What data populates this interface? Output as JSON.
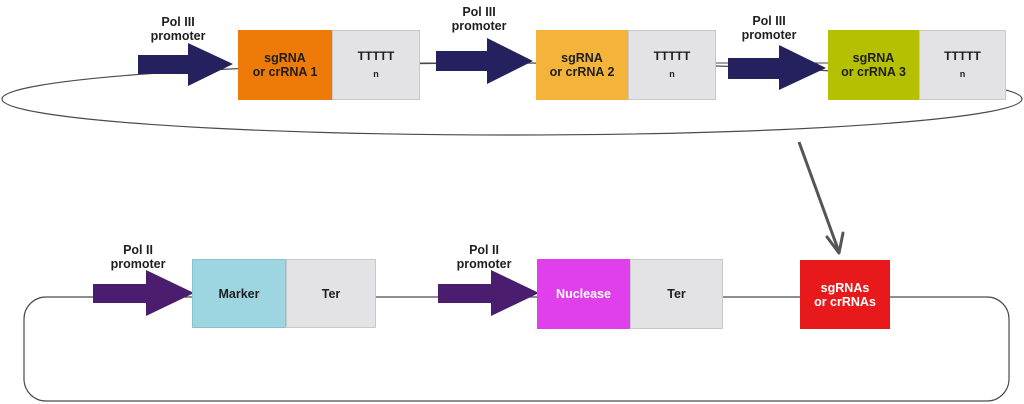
{
  "top_row": {
    "cassettes": [
      {
        "promoter": "Pol III\npromoter",
        "guide": "sgRNA\nor crRNA 1",
        "terminator": "TTTTT",
        "terminator_subscript": "n",
        "guide_color": "#ee7a07"
      },
      {
        "promoter": "Pol III\npromoter",
        "guide": "sgRNA\nor crRNA 2",
        "terminator": "TTTTT",
        "terminator_subscript": "n",
        "guide_color": "#f4b43a"
      },
      {
        "promoter": "Pol III\npromoter",
        "guide": "sgRNA\nor crRNA 3",
        "terminator": "TTTTT",
        "terminator_subscript": "n",
        "guide_color": "#b5c000"
      }
    ],
    "arrow_color": "#25215e"
  },
  "bottom_row": {
    "promoter_1": "Pol II\npromoter",
    "marker": "Marker",
    "marker_color": "#9dd5e1",
    "terminator_1": "Ter",
    "promoter_2": "Pol II\npromoter",
    "nuclease": "Nuclease",
    "nuclease_color": "#e040ec",
    "terminator_2": "Ter",
    "guides": "sgRNAs\nor crRNAs",
    "guides_color": "#e8191b",
    "arrow_color": "#4a1d6e"
  }
}
